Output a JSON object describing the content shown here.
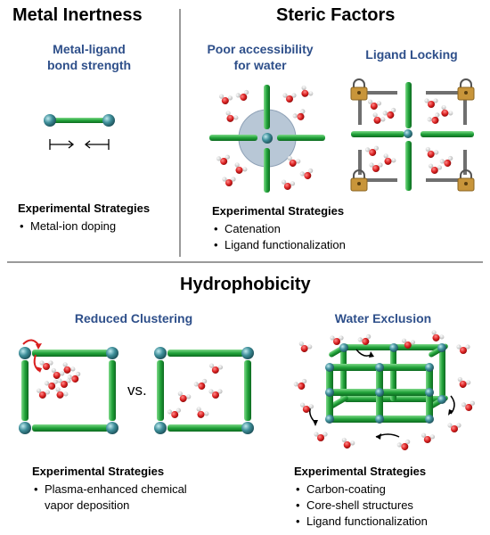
{
  "sections": {
    "metal_inertness": {
      "title": "Metal Inertness",
      "subtitle": [
        "Metal-ligand",
        "bond strength"
      ],
      "strategies_heading": "Experimental Strategies",
      "strategies": [
        "Metal-ion doping"
      ]
    },
    "steric_factors": {
      "title": "Steric Factors",
      "sub_left": [
        "Poor accessibility",
        "for water"
      ],
      "sub_right": "Ligand Locking",
      "strategies_heading": "Experimental Strategies",
      "strategies": [
        "Catenation",
        "Ligand functionalization"
      ]
    },
    "hydrophobicity": {
      "title": "Hydrophobicity",
      "sub_left": "Reduced Clustering",
      "sub_right": "Water Exclusion",
      "vs_label": "vs.",
      "left_strategies_heading": "Experimental Strategies",
      "left_strategies": [
        "Plasma-enhanced chemical",
        "vapor deposition"
      ],
      "right_strategies_heading": "Experimental Strategies",
      "right_strategies": [
        "Carbon-coating",
        "Core-shell structures",
        "Ligand functionalization"
      ]
    }
  },
  "colors": {
    "heading_blue": "#2e4f8a",
    "ligand_green": "#22a33a",
    "metal_node": "#3f8f9a",
    "oxygen_red": "#d91f1f",
    "hydrogen_white": "#f2f2f2",
    "lock_gold": "#c8953a",
    "divider_gray": "#9a9a9a"
  },
  "icons": [
    "bond-arrows-icon",
    "padlock-icon",
    "water-molecule-icon",
    "curved-arrow-icon"
  ]
}
